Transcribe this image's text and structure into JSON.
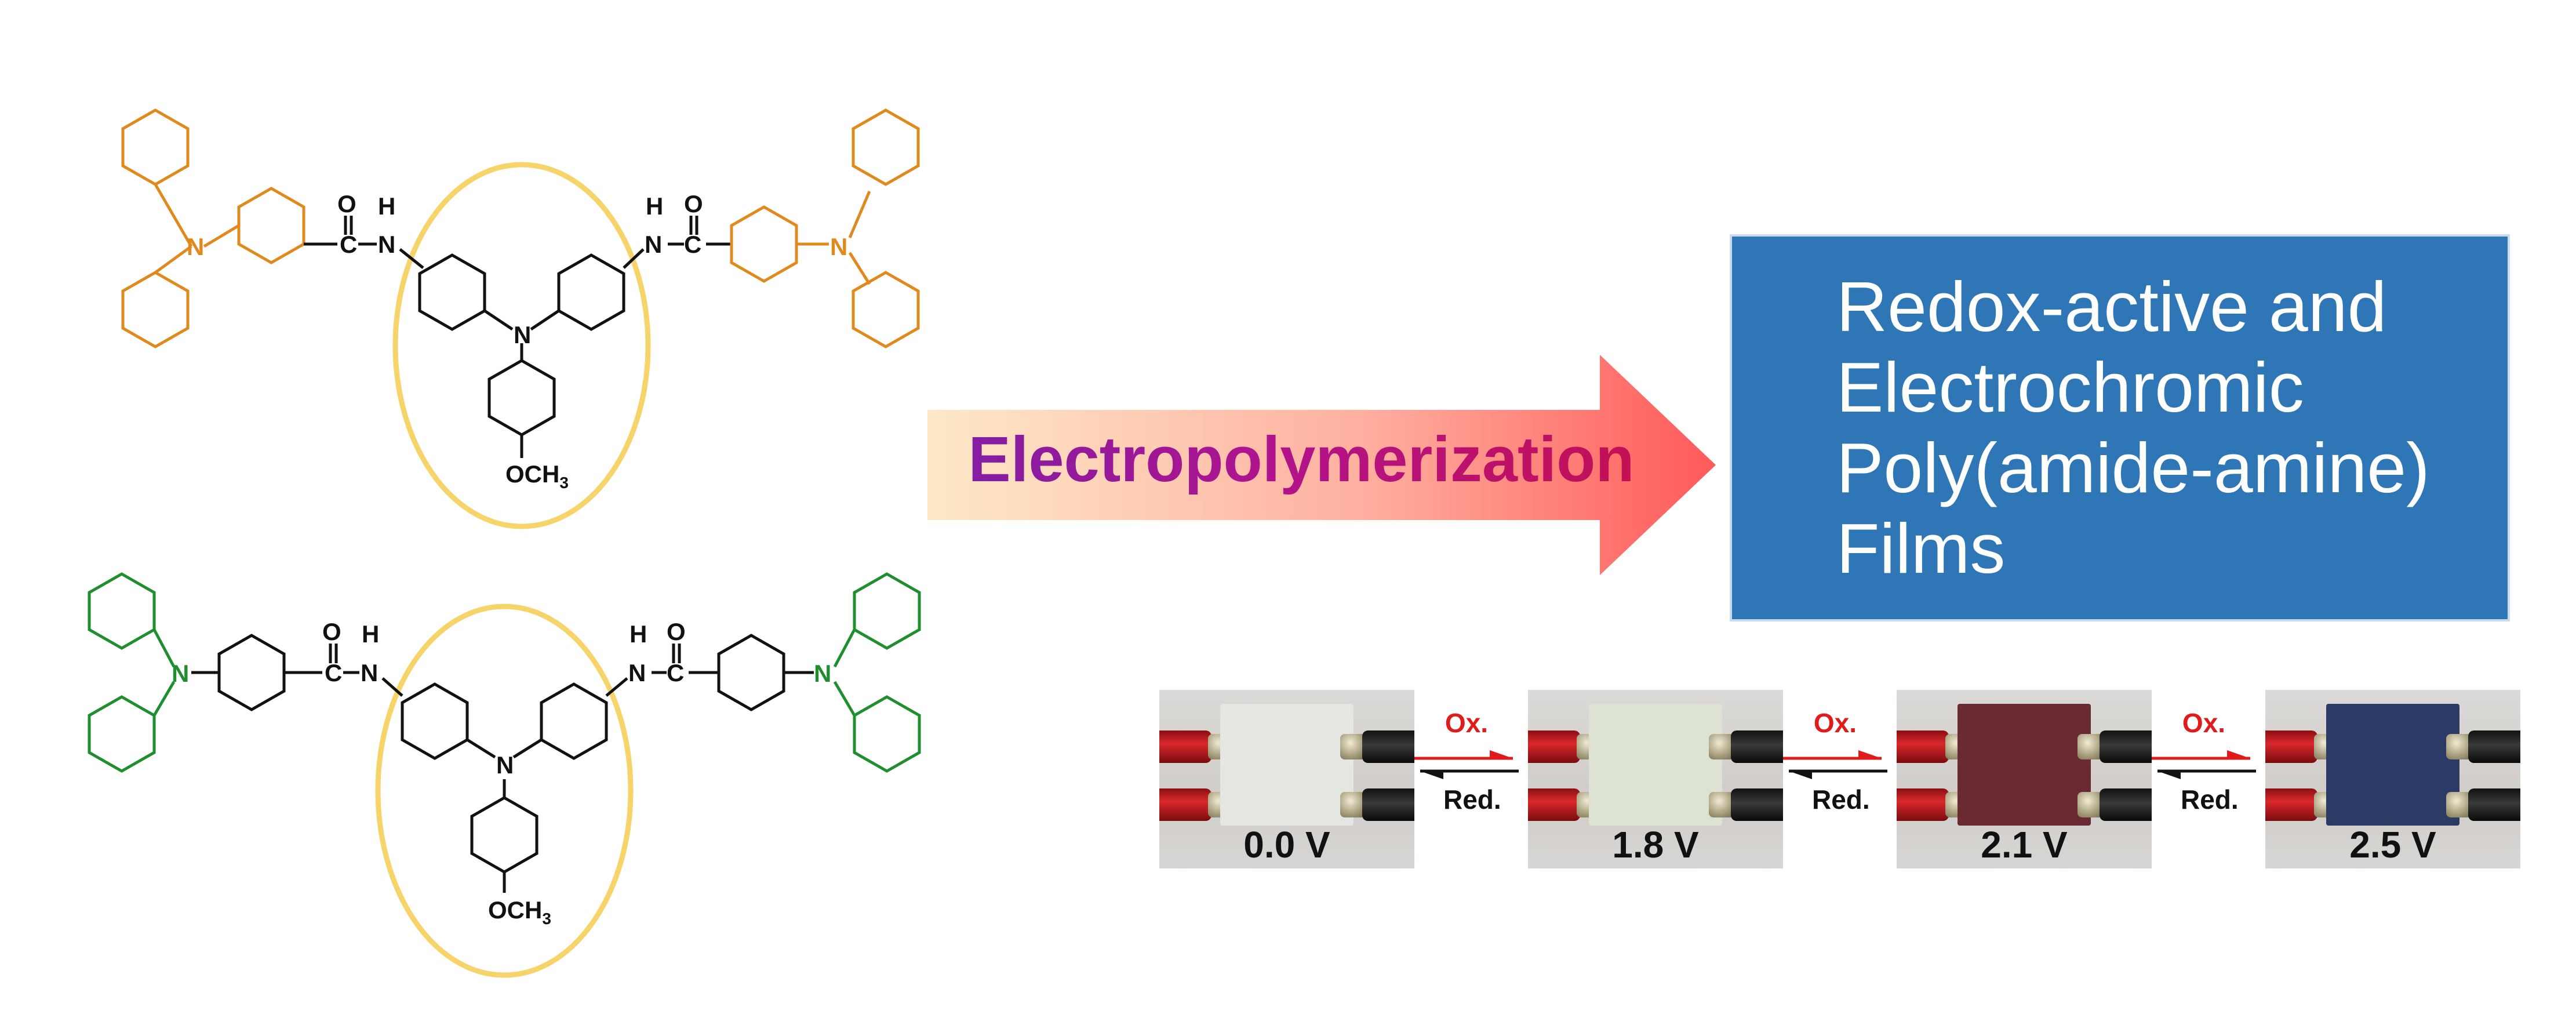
{
  "molecules": {
    "top": {
      "labels": {
        "n": "N",
        "o": "O",
        "h": "H",
        "c": "C",
        "methoxy": "OCH",
        "methoxy_sub": "3"
      },
      "colors": {
        "end_groups": "#e08a1e",
        "core": "#111111",
        "highlight": "#f6d46a"
      }
    },
    "bottom": {
      "labels": {
        "n": "N",
        "o": "O",
        "h": "H",
        "c": "C",
        "methoxy": "OCH",
        "methoxy_sub": "3"
      },
      "colors": {
        "end_groups": "#1f8f2e",
        "core": "#111111",
        "highlight": "#f6d46a"
      }
    }
  },
  "process": {
    "arrow_label": "Electropolymerization",
    "colors": {
      "arrow_start": "#fde9c8",
      "arrow_end": "#ff5a5a",
      "text_start": "#7d1fa6",
      "text_end": "#c60f4d"
    }
  },
  "result": {
    "lines": [
      "Redox-active  and",
      "Electrochromic",
      "Poly(amide-amine)",
      "Films"
    ],
    "colors": {
      "box": "#2e76b6",
      "text": "#ffffff"
    }
  },
  "electrochromic_states": [
    {
      "voltage": "0.0 V",
      "film_color": "#e3e6e1"
    },
    {
      "voltage": "1.8 V",
      "film_color": "#dde3d3"
    },
    {
      "voltage": "2.1 V",
      "film_color": "#6a2a31"
    },
    {
      "voltage": "2.5 V",
      "film_color": "#2c3a66"
    }
  ],
  "redox_arrows": [
    {
      "forward": "Ox.",
      "reverse": "Red."
    },
    {
      "forward": "Ox.",
      "reverse": "Red."
    },
    {
      "forward": "Ox.",
      "reverse": "Red."
    }
  ]
}
